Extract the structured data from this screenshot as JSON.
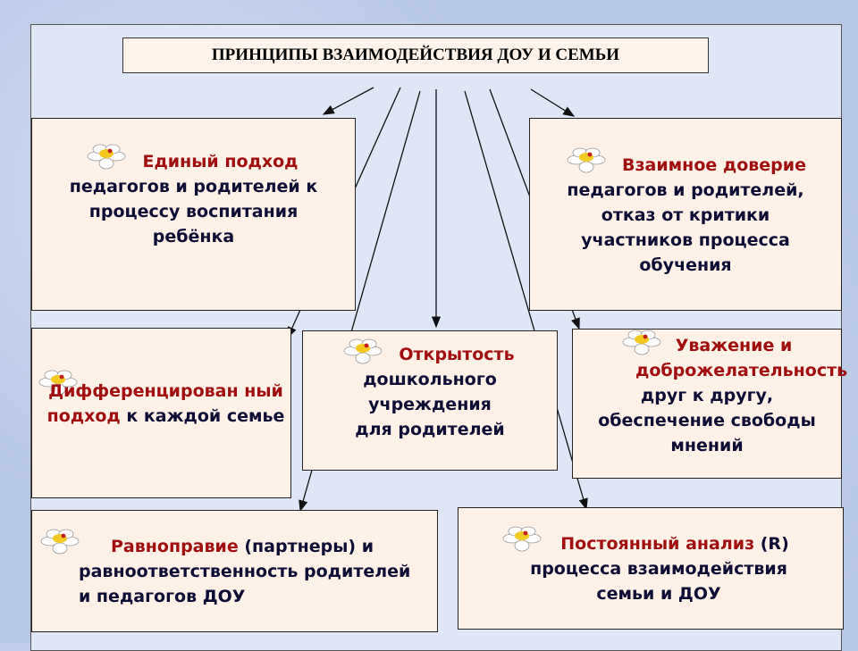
{
  "title": "ПРИНЦИПЫ ВЗАИМОДЕЙСТВИЯ ДОУ И СЕМЬИ",
  "boxes": [
    {
      "id": "b1",
      "red": "Единый подход",
      "rest": "педагогов и родителей к процессу воспитания ребёнка"
    },
    {
      "id": "b2",
      "red": "Взаимное доверие",
      "rest": "педагогов и родителей, отказ от критики участников процесса обучения"
    },
    {
      "id": "b3",
      "red": "Дифференцирован ный подход",
      "rest": "к каждой семье"
    },
    {
      "id": "b4",
      "red": "Открытость",
      "rest": "дошкольного учреждения для родителей"
    },
    {
      "id": "b5",
      "red": "Уважение и доброжелательность",
      "rest": "друг к другу, обеспечение свободы мнений"
    },
    {
      "id": "b6",
      "red": "Равноправие",
      "rest": "(партнеры) и равноответственность родителей и педагогов ДОУ"
    },
    {
      "id": "b7",
      "red": "Постоянный анализ",
      "rest": "(R) процесса взаимодействия семьи и ДОУ"
    }
  ],
  "colors": {
    "accent_text": "#a10e0e",
    "body_text": "#0d0d36",
    "box_fill": "#fdf1e8",
    "background": "#b9c8e6"
  },
  "icons": {
    "bullet": "daisy-icon"
  }
}
